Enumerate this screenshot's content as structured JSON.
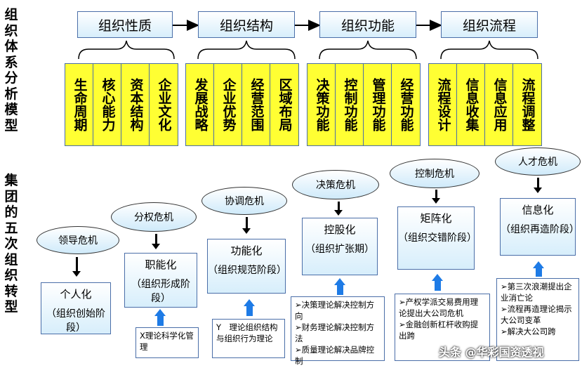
{
  "left_titles": {
    "top": "组织体系分析模型",
    "bottom": "集团的五次组织转型"
  },
  "categories": [
    {
      "label": "组织性质",
      "items": [
        "生命周期",
        "核心能力",
        "资本结构",
        "企业文化"
      ]
    },
    {
      "label": "组织结构",
      "items": [
        "发展战略",
        "企业优势",
        "经营范围",
        "区域布局"
      ]
    },
    {
      "label": "组织功能",
      "items": [
        "决策功能",
        "控制功能",
        "管理功能",
        "经营功能"
      ]
    },
    {
      "label": "组织流程",
      "items": [
        "流程设计",
        "信息收集",
        "信息应用",
        "流程调整"
      ]
    }
  ],
  "stages": [
    {
      "crisis": "领导危机",
      "title": "个人化",
      "phase": "（组织创始阶段）",
      "notes": []
    },
    {
      "crisis": "分权危机",
      "title": "职能化",
      "phase": "（组织形成阶段）",
      "notes": [
        "X理论科学化管理"
      ]
    },
    {
      "crisis": "协调危机",
      "title": "功能化",
      "phase": "（组织规范阶段）",
      "notes": [
        "Y　理论组织结构与组织行为理论"
      ]
    },
    {
      "crisis": "决策危机",
      "title": "控股化",
      "phase": "（组织扩张期）",
      "notes": [
        "➢决策理论解决控制方向",
        "➢财务理论解决控制方法",
        "➢质量理论解决品牌控制"
      ]
    },
    {
      "crisis": "控制危机",
      "title": "矩阵化",
      "phase": "（组织交错阶段）",
      "notes": [
        "➢产权学派交易费用理论提出大公司危机",
        "➢金融创新杠杆收购提出跨"
      ]
    },
    {
      "crisis": "人才危机",
      "title": "信息化",
      "phase": "（组织再造阶段）",
      "notes": [
        "➢第三次浪潮提出企业消亡论",
        "➢流程再造理论揭示大公司变革",
        "➢解决大公司跨"
      ]
    }
  ],
  "watermark": "头条 @华彩国资透视",
  "colors": {
    "accent_box": "#ffff33",
    "border": "#4a6ea8",
    "arrow_blue": "#1e7be6"
  }
}
